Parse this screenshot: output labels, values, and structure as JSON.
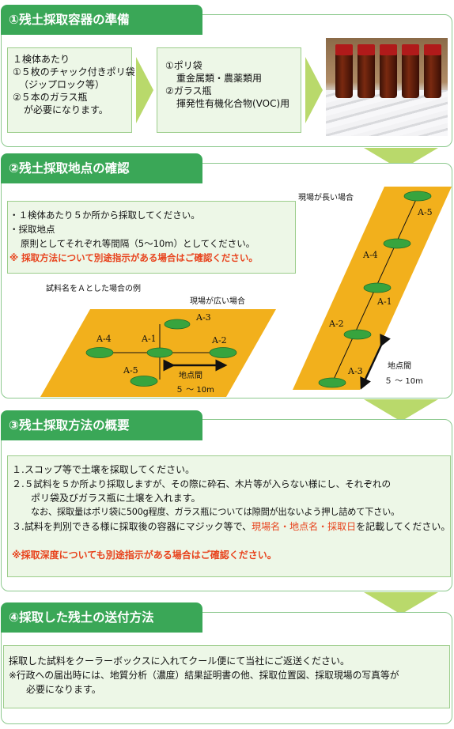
{
  "s1": {
    "title": "①残土採取容器の準備",
    "box1": [
      "１検体あたり",
      "①５枚のチャック付きポリ袋",
      "（ジップロック等）",
      "②５本のガラス瓶",
      "が必要になります。"
    ],
    "box2": [
      "①ポリ袋",
      "重金属類・農薬類用",
      "②ガラス瓶",
      "揮発性有機化合物(VOC)用"
    ]
  },
  "s2": {
    "title": "②残土採取地点の確認",
    "box": [
      "・１検体あたり５か所から採取してください。",
      "・採取地点",
      "原則としてそれぞれ等間隔（5～10m）としてください。"
    ],
    "note": "※ 採取方法について別途指示がある場合はご確認ください。",
    "example_caption": "試料名をＡとした場合の例",
    "wide_title": "現場が広い場合",
    "long_title": "現場が長い場合",
    "distance_label": "地点間",
    "distance_value": "５ ～ 10m",
    "points_wide": [
      "A-1",
      "A-2",
      "A-3",
      "A-4",
      "A-5"
    ],
    "points_long": [
      "A-5",
      "A-4",
      "A-1",
      "A-2",
      "A-3"
    ],
    "colors": {
      "field": "#f2b01c",
      "point": "#37a43e"
    }
  },
  "s3": {
    "title": "③残土採取方法の概要",
    "steps": [
      {
        "num": "１.",
        "lines": [
          "スコップ等で土壌を採取してください。"
        ]
      },
      {
        "num": "２.",
        "lines": [
          "５試料を５か所より採取しますが、その際に砕石、木片等が入らない様にし、それぞれの",
          "ポリ袋及びガラス瓶に土壌を入れます。",
          "なお、採取量はポリ袋に500g程度、ガラス瓶については隙間が出ないよう押し詰めて下さい。"
        ]
      },
      {
        "num": "３.",
        "lines": [
          "試料を判別できる様に採取後の容器にマジック等で、"
        ],
        "red": "現場名・地点名・採取日",
        "after": "を記載してください。"
      }
    ],
    "note": "※採取深度についても別途指示がある場合はご確認ください。"
  },
  "s4": {
    "title": "④採取した残土の送付方法",
    "lines": [
      "採取した試料をクーラーボックスに入れてクール便にて当社にご返送ください。",
      "※行政への届出時には、地質分析（濃度）結果証明書の他、採取位置図、採取現場の写真等が",
      "必要になります。"
    ]
  },
  "colors": {
    "accent": "#3aa757",
    "chevron": "#b9d96b",
    "border": "#8cc98e"
  }
}
